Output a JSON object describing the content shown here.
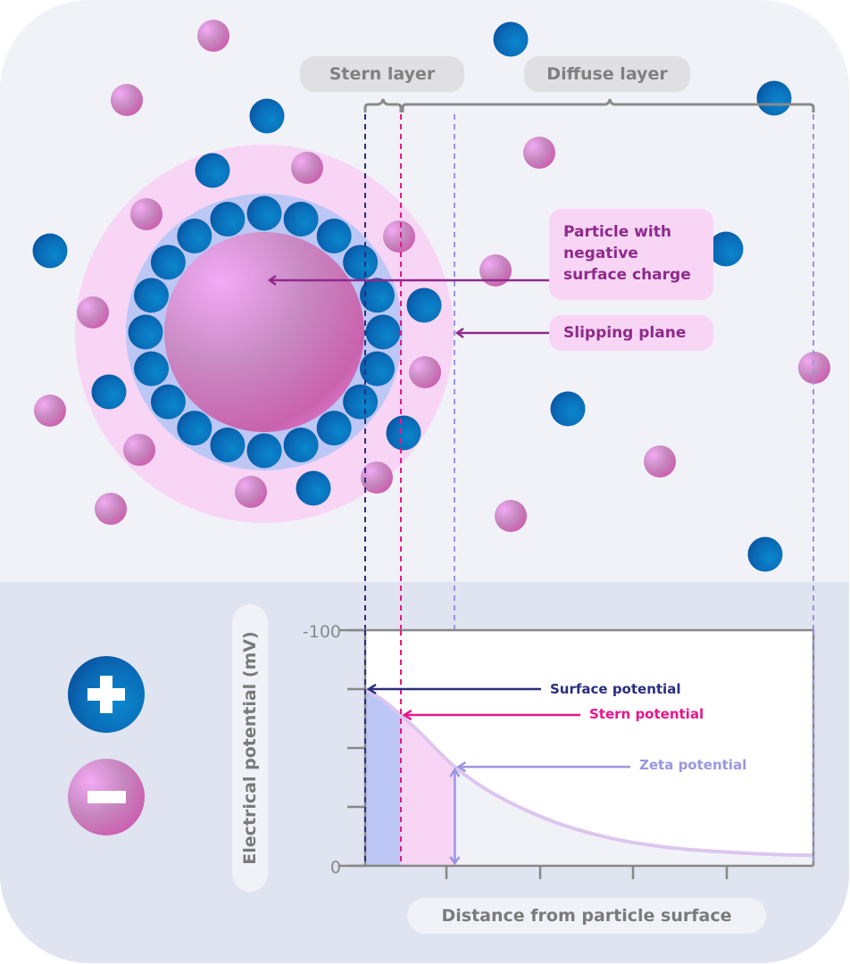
{
  "labels": {
    "stern_layer": "Stern layer",
    "diffuse_layer": "Diffuse layer",
    "particle_callout": [
      "Particle with",
      "negative",
      "surface charge"
    ],
    "slipping_plane": "Slipping plane"
  },
  "legend": {
    "positive_icon": "plus-ion-icon",
    "negative_icon": "minus-ion-icon"
  },
  "colors": {
    "card_bg": "#f1f2f8",
    "chart_panel_bg": "#dfe4f0",
    "positive_ion": "#0a6cb8",
    "negative_ion": "#d58ad0",
    "particle": "#d17cc2",
    "stern_region": "#bcc7f6",
    "diffuse_halo": "#f8d5f5",
    "surface_potential": "#2a2e7e",
    "stern_potential": "#e8168a",
    "zeta_potential": "#9a95e0",
    "callout_text": "#8e2a8a",
    "curve": "#dcc6ee"
  },
  "chart_data": {
    "type": "line",
    "title": "",
    "xlabel": "Distance from particle surface",
    "ylabel": "Electrical potential (mV)",
    "y_tick_labels": [
      "-100",
      "0"
    ],
    "y_ticks": [
      -100,
      -75,
      -50,
      -25,
      0
    ],
    "x_ticks": [
      1,
      2,
      3,
      4
    ],
    "xlim": [
      0,
      4.8
    ],
    "ylim": [
      0,
      -100
    ],
    "series": [
      {
        "name": "Potential curve",
        "x": [
          0,
          0.2,
          0.38,
          0.6,
          0.96,
          1.4,
          2.0,
          2.6,
          3.2,
          3.8,
          4.4,
          4.8
        ],
        "y": [
          -75,
          -70,
          -64,
          -56,
          -42,
          -30,
          -19,
          -12,
          -8,
          -6,
          -4.8,
          -4.5
        ]
      }
    ],
    "regions": [
      {
        "name": "Stern layer",
        "x_from": 0,
        "x_to": 0.38
      },
      {
        "name": "Diffuse layer (to slipping plane)",
        "x_from": 0.38,
        "x_to": 0.96
      }
    ],
    "annotations": [
      {
        "label": "Surface potential",
        "x": 0,
        "y": -75
      },
      {
        "label": "Stern potential",
        "x": 0.38,
        "y": -64
      },
      {
        "label": "Zeta potential",
        "x": 0.96,
        "y": -42
      }
    ]
  }
}
